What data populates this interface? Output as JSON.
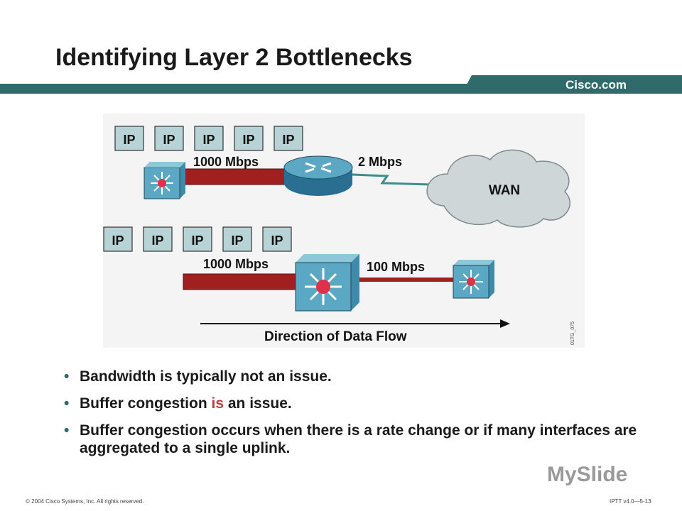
{
  "slide": {
    "title": "Identifying Layer 2 Bottlenecks",
    "brand": "Cisco.com"
  },
  "diagram": {
    "packet_label": "IP",
    "top": {
      "link_in": "1000 Mbps",
      "link_out": "2 Mbps",
      "cloud": "WAN"
    },
    "bottom": {
      "link_in": "1000 Mbps",
      "link_out": "100 Mbps"
    },
    "flow_label": "Direction of Data Flow",
    "figure_id": "01TG_075"
  },
  "bullets": [
    {
      "text": "Bandwidth is typically not an issue."
    },
    {
      "pre": "Buffer congestion ",
      "hl": "is",
      "post": " an issue."
    },
    {
      "text": "Buffer congestion occurs when there is a rate change or if many interfaces are aggregated to a single uplink."
    }
  ],
  "footer": {
    "copyright": "© 2004 Cisco Systems, Inc. All rights reserved.",
    "course": "IPTT v4.0—5-13"
  },
  "watermark": "MySlide",
  "colors": {
    "teal": "#2f6b6b",
    "link_red": "#a01f1f",
    "packet_fill": "#b7d3d6",
    "switch_fill": "#5aa8c4",
    "highlight": "#c23a3a"
  }
}
